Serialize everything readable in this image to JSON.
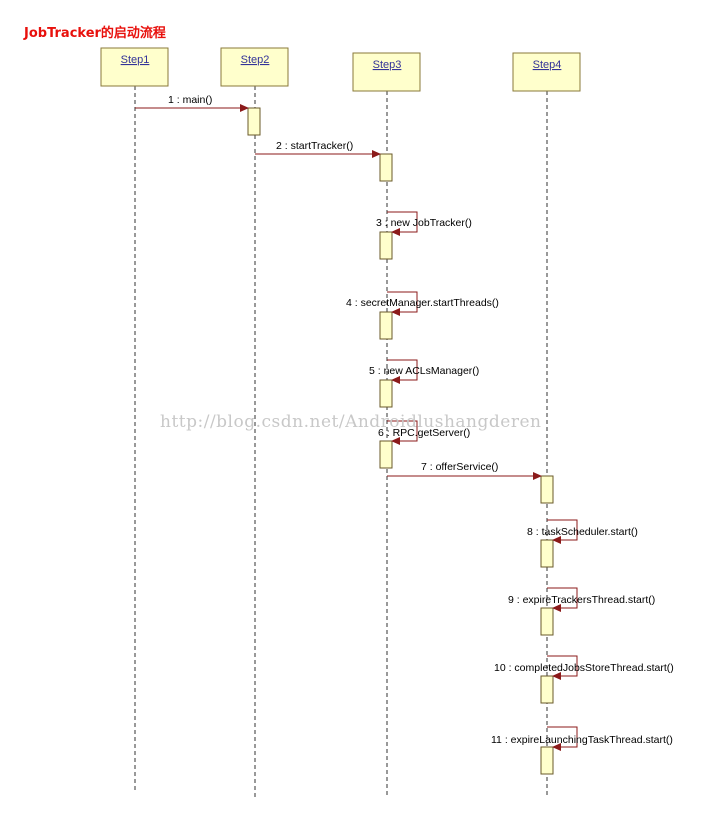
{
  "title": "JobTracker的启动流程",
  "watermark": "http://blog.csdn.net/Androidlushangderen",
  "colors": {
    "title": "#e8100c",
    "message_arrow": "#8b1a1a",
    "box_fill": "#ffffcc"
  },
  "lifelines": [
    {
      "id": "step1",
      "name": "Step1"
    },
    {
      "id": "step2",
      "name": "Step2"
    },
    {
      "id": "step3",
      "name": "Step3"
    },
    {
      "id": "step4",
      "name": "Step4"
    }
  ],
  "messages": [
    {
      "label": "1 : main()",
      "from": "step1",
      "to": "step2"
    },
    {
      "label": "2 : startTracker()",
      "from": "step2",
      "to": "step3"
    },
    {
      "label": "3 : new JobTracker()",
      "from": "step3",
      "to": "step3"
    },
    {
      "label": "4 : secretManager.startThreads()",
      "from": "step3",
      "to": "step3"
    },
    {
      "label": "5 : new ACLsManager()",
      "from": "step3",
      "to": "step3"
    },
    {
      "label": "6 : RPC.getServer()",
      "from": "step3",
      "to": "step3"
    },
    {
      "label": "7 : offerService()",
      "from": "step3",
      "to": "step4"
    },
    {
      "label": "8 : taskScheduler.start()",
      "from": "step4",
      "to": "step4"
    },
    {
      "label": "9 : expireTrackersThread.start()",
      "from": "step4",
      "to": "step4"
    },
    {
      "label": "10 : completedJobsStoreThread.start()",
      "from": "step4",
      "to": "step4"
    },
    {
      "label": "11 : expireLaunchingTaskThread.start()",
      "from": "step4",
      "to": "step4"
    }
  ]
}
